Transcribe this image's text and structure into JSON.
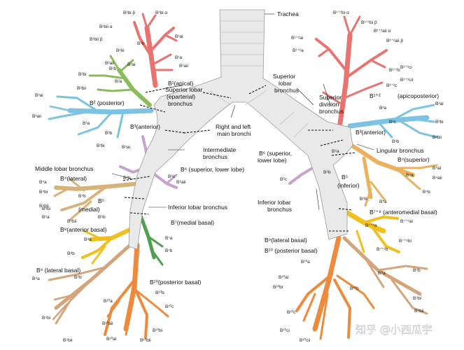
{
  "labels": {
    "trachea": "Trachea",
    "right_left_main_bronchi_1": "Right and left",
    "right_left_main_bronchi_2": "main bronchi",
    "right_superior_lobar_1": "Superior lobar",
    "right_superior_lobar_2": "(eparterial)",
    "right_superior_lobar_3": "bronchus",
    "intermediate_1": "Intermediate",
    "intermediate_2": "bronchus",
    "middle_lobar": "Middle lobar bronchus",
    "inferior_lobar_right": "Inferior lobar bronchus",
    "left_superior_lobar_1": "Superior",
    "left_superior_lobar_2": "lobar",
    "left_superior_lobar_3": "bronchus",
    "superior_division_1": "Superior",
    "superior_division_2": "division",
    "superior_division_3": "bronchus",
    "lingular": "Lingular bronchus",
    "inferior_lobar_left_1": "Inferior lobar",
    "inferior_lobar_left_2": "bronchus",
    "r_b1": "B¹(apical)",
    "r_b2": "B² (posterior)",
    "r_b3": "B³(anterior)",
    "r_b6": "B⁶ (superior, lower lobe)",
    "r_b4": "B⁴(lateral)",
    "r_b5": "B⁵",
    "r_b5_medial": "(medial)",
    "r_b7": "B⁷(medial basal)",
    "r_b8": "B⁸(anterior basal)",
    "r_b9": "B⁹ (lateral basal)",
    "r_b10": "B¹⁰(posterior basal)",
    "l_b12": "B¹⁺²",
    "l_b12_desc": "(apicoposterior)",
    "l_b3": "B³(anterior)",
    "l_b6_1": "B⁶ (superior,",
    "l_b6_2": "lower lobe)",
    "l_b4": "B⁴(superior)",
    "l_b5": "B⁵",
    "l_b5_desc": "(inferior)",
    "l_b78": "B⁷⁺⁸ (anteromedial basal)",
    "l_b9": "B⁹(lateral basal)",
    "l_b10": "B¹⁰ (posterior basal)",
    "watermark": "知乎 @小西瓜宇"
  },
  "small_labels": {
    "r_top": [
      "B¹bi β",
      "B¹bi α",
      "B¹bii α",
      "B¹bii β",
      "B¹ai",
      "B¹bi",
      "B¹b",
      "B¹aii",
      "B¹a",
      "B²bii",
      "B²b",
      "B²bi",
      "B²a",
      "B²ai",
      "B²aii",
      "B³b",
      "B³a",
      "B³bi",
      "B³ai",
      "B³aii"
    ],
    "r_mid": [
      "B⁶ai",
      "B⁶aii",
      "B⁶c",
      "B⁶b",
      "B⁴a",
      "B⁴b",
      "B⁴bi",
      "B⁴bii",
      "B⁵a",
      "B⁵b",
      "B⁵bi",
      "B⁵bii"
    ],
    "r_low": [
      "B⁷a",
      "B⁷b",
      "B⁸a",
      "B⁸b",
      "B⁹a",
      "B⁹b",
      "B¹⁰a",
      "B¹⁰b",
      "B¹⁰c",
      "B¹⁰bi",
      "B¹⁰bii",
      "B¹⁰aii",
      "B¹⁰ai",
      "B⁹bi",
      "B⁹bii"
    ],
    "l_top": [
      "B¹⁺²bi α",
      "B¹⁺²bi β",
      "B¹⁺²aii α",
      "B¹⁺²aii β",
      "B¹⁺²ai",
      "B¹⁺²a",
      "B¹⁺²b",
      "B¹⁺²c",
      "B¹⁺²ci",
      "B¹⁺²cii",
      "B³a",
      "B³b",
      "B³c",
      "B³ai",
      "B³bi",
      "B³bii"
    ],
    "l_mid": [
      "B⁴a",
      "B⁴ai",
      "B⁴aii",
      "B⁴b",
      "B⁵a",
      "B⁵b",
      "B⁶a",
      "B⁶b",
      "B⁶c"
    ],
    "l_low": [
      "B⁷⁺⁸a",
      "B⁷⁺⁸ai",
      "B⁷⁺⁸b",
      "B⁷⁺⁸bi",
      "B⁹a",
      "B⁹b",
      "B¹⁰a",
      "B¹⁰b",
      "B¹⁰c",
      "B¹⁰ai",
      "B¹⁰bi",
      "B¹⁰ci",
      "B¹⁰cii",
      "B⁹bi",
      "B⁹bii"
    ]
  },
  "colors": {
    "airway": "#e9e9e9",
    "apical": "#e8736f",
    "posterior": "#8cbb5a",
    "anterior": "#7cc2e3",
    "superior_lower": "#c8a2cf",
    "middle_lobe": "#d9b27a",
    "medial_basal": "#4fa04f",
    "anterior_basal": "#f2c01e",
    "lateral_basal": "#d4a47a",
    "posterior_basal": "#ef8a3c",
    "apicoposterior": "#e8736f",
    "lingula": "#ebb15c",
    "superior_lingula": "#f3bd6a"
  }
}
